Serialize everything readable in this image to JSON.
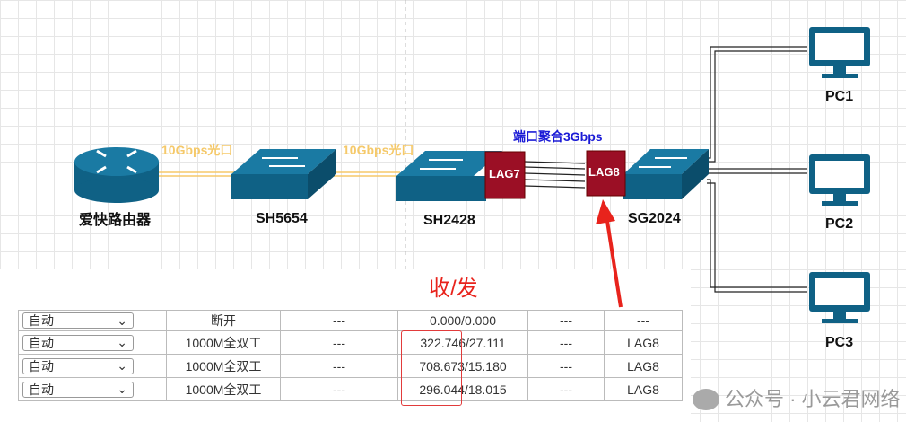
{
  "diagram": {
    "devices": {
      "router": "爱快路由器",
      "sw1": "SH5654",
      "sw2": "SH2428",
      "sw3": "SG2024",
      "pc1": "PC1",
      "pc2": "PC2",
      "pc3": "PC3"
    },
    "links": {
      "link1": "10Gbps光口",
      "link2": "10Gbps光口",
      "aggregation": "端口聚合3Gbps",
      "lag7": "LAG7",
      "lag8": "LAG8"
    },
    "colors": {
      "switch": "#0f6185",
      "lag": "#9b0f25",
      "arrow": "#e8231c",
      "link_label": "#f5c96a",
      "agg_label": "#1b1bd6"
    }
  },
  "annotation": {
    "rx_tx": "收/发"
  },
  "table": {
    "rows": [
      {
        "mode": "自动",
        "status": "断开",
        "c2": "---",
        "traffic": "0.000/0.000",
        "c4": "---",
        "lag": "---"
      },
      {
        "mode": "自动",
        "status": "1000M全双工",
        "c2": "---",
        "traffic": "322.746/27.111",
        "c4": "---",
        "lag": "LAG8"
      },
      {
        "mode": "自动",
        "status": "1000M全双工",
        "c2": "---",
        "traffic": "708.673/15.180",
        "c4": "---",
        "lag": "LAG8"
      },
      {
        "mode": "自动",
        "status": "1000M全双工",
        "c2": "---",
        "traffic": "296.044/18.015",
        "c4": "---",
        "lag": "LAG8"
      }
    ]
  },
  "watermark": "公众号 · 小云君网络"
}
